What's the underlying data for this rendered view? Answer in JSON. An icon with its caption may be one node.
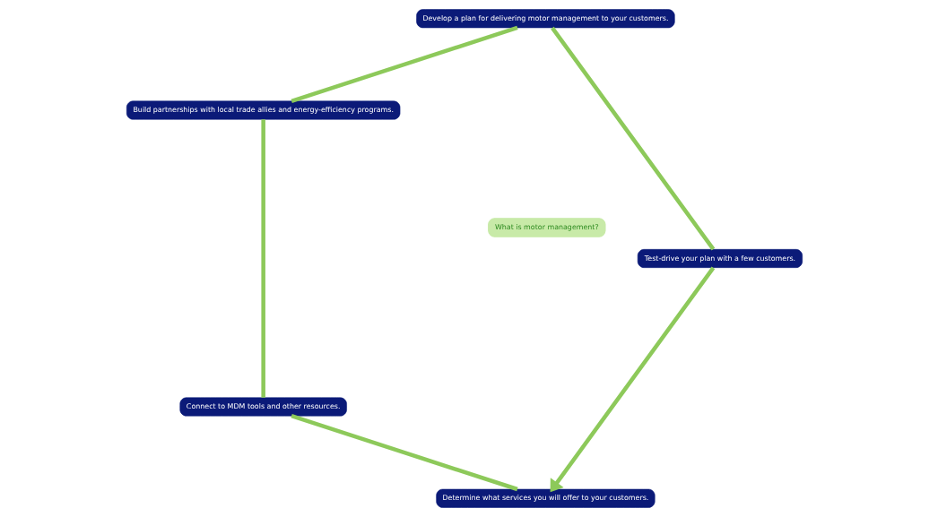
{
  "diagram": {
    "nodes": [
      {
        "text": [
          "Determine what services you will offer to your customers."
        ]
      },
      {
        "text": [
          "Connect to MDM tools and other resources."
        ]
      },
      {
        "text": [
          "Build partnerships with local trade allies and energy-efficiency programs."
        ]
      },
      {
        "text": [
          "Develop a plan for delivering motor management to your customers."
        ]
      },
      {
        "text": [
          "Test-drive your plan with a few customers."
        ]
      },
      {
        "text": [
          "What is motor management?"
        ]
      }
    ],
    "edges": [
      {
        "from": 0,
        "to": 1,
        "arrow": "none"
      },
      {
        "from": 1,
        "to": 2,
        "arrow": "none"
      },
      {
        "from": 2,
        "to": 3,
        "arrow": "none"
      },
      {
        "from": 3,
        "to": 4,
        "arrow": "none"
      },
      {
        "from": 4,
        "to": 0,
        "arrow": "to"
      }
    ]
  }
}
